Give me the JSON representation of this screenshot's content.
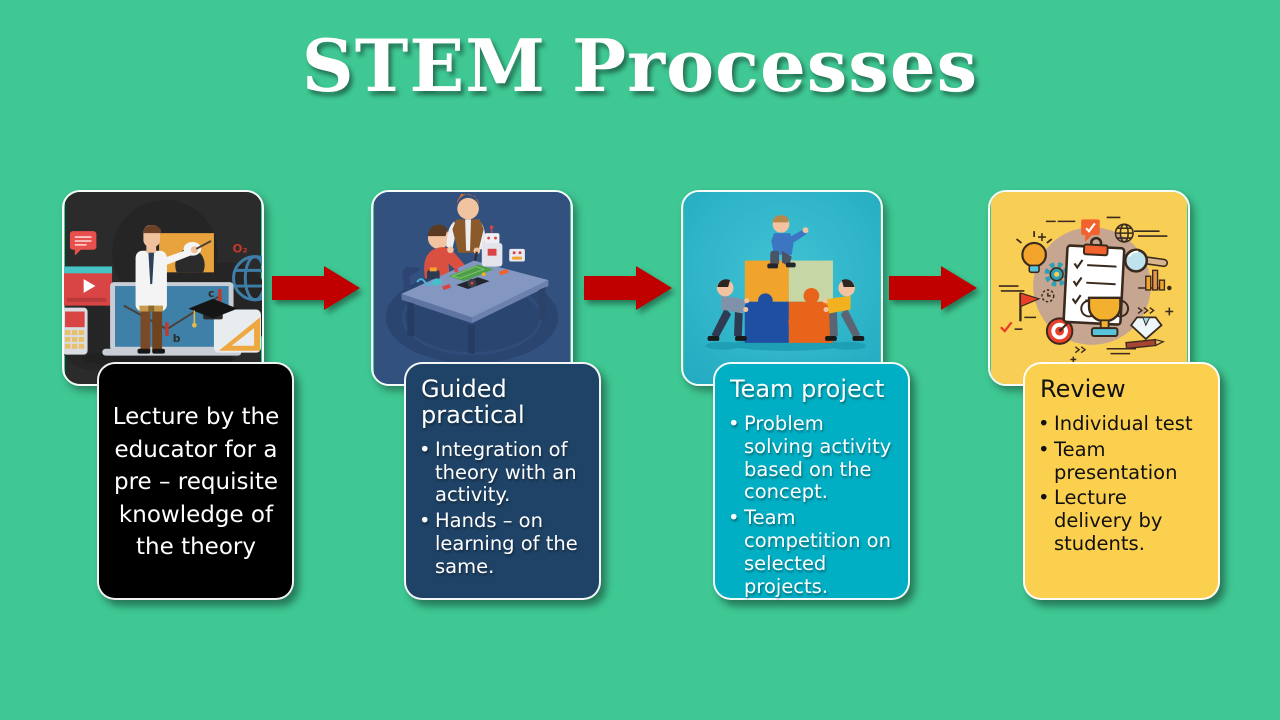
{
  "title": "STEM Processes",
  "colors": {
    "background": "#3FC893",
    "title_text": "#FFFFFF",
    "arrow": "#C00000",
    "card_border": "#FFFFFF",
    "lecture_card_bg": "#000000",
    "guided_card_bg": "#1F4366",
    "team_card_bg": "#00AFC4",
    "review_card_bg": "#FCD04F"
  },
  "arrow_icon": "right-block-arrow",
  "stages": [
    {
      "id": "lecture",
      "illustration": "educator-lecture-illustration",
      "card": {
        "text": "Lecture by the educator for a pre – requisite knowledge of the theory"
      }
    },
    {
      "id": "guided-practical",
      "illustration": "electronics-workbench-illustration",
      "card": {
        "title": "Guided practical",
        "bullets": [
          "Integration of theory with an activity.",
          "Hands – on learning of the same."
        ]
      }
    },
    {
      "id": "team-project",
      "illustration": "puzzle-teamwork-illustration",
      "card": {
        "title": "Team project",
        "bullets": [
          "Problem solving activity based on the concept.",
          "Team competition on selected projects."
        ]
      }
    },
    {
      "id": "review",
      "illustration": "review-checklist-illustration",
      "card": {
        "title": "Review",
        "bullets": [
          "Individual test",
          "Team presentation",
          "Lecture delivery by students."
        ]
      }
    }
  ]
}
